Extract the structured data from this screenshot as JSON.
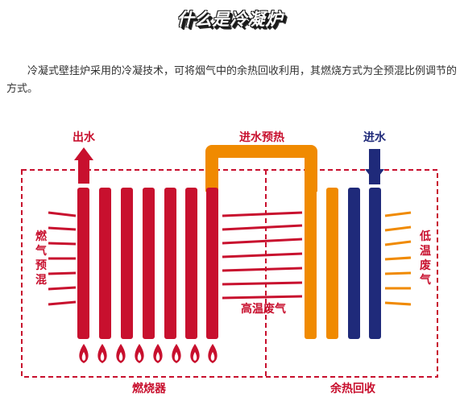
{
  "header": {
    "title": "什么是冷凝炉",
    "intro": "冷凝式壁挂炉采用的冷凝技术，可将烟气中的余热回收利用，其燃烧方式为全预混比例调节的方式。"
  },
  "diagram": {
    "labels": {
      "water_out": "出水",
      "water_in": "进水",
      "preheat": "进水预热",
      "gas_preheat": "燃气预混",
      "high_temp_exhaust": "高温废气",
      "low_temp_exhaust": "低温废气",
      "burner": "燃烧器",
      "heat_recovery": "余热回收"
    },
    "colors": {
      "red": "#c8102e",
      "orange": "#f08a00",
      "navy": "#1f2a7a",
      "dashed": "#c8102e"
    }
  }
}
